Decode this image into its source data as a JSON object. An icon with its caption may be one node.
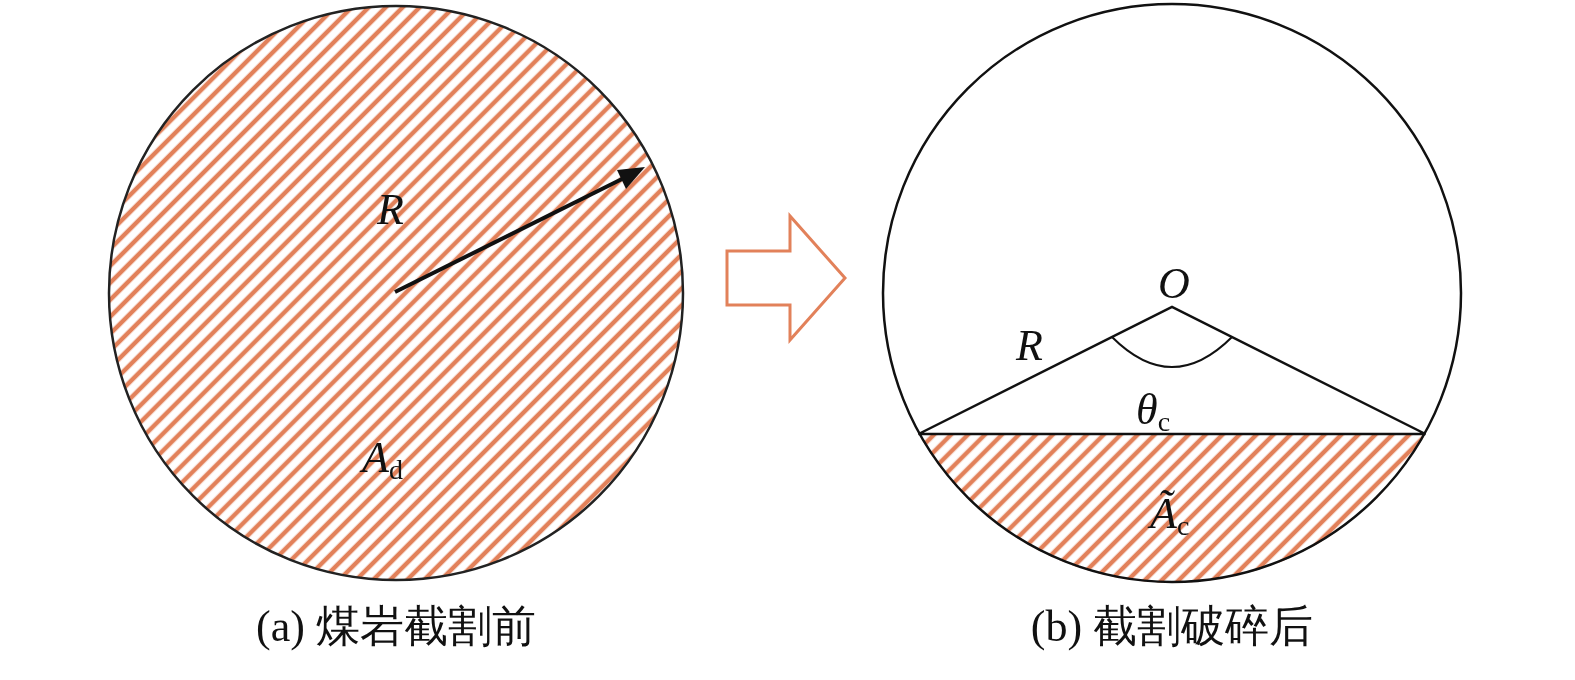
{
  "diagram": {
    "nodes": [
      {
        "text": [
          "*R*",
          "*A*$_{d}$"
        ],
        "beside": [
          "(a) 煤岩截割前"
        ]
      },
      {
        "text": [
          "*O*",
          "*R*",
          "*θ*$_{c}$",
          "*Ã*$_{c}$"
        ],
        "beside": [
          "(b) 截割破碎后"
        ]
      }
    ],
    "edges": [
      {
        "from": 0,
        "to": 1,
        "arrow": "to"
      }
    ]
  }
}
